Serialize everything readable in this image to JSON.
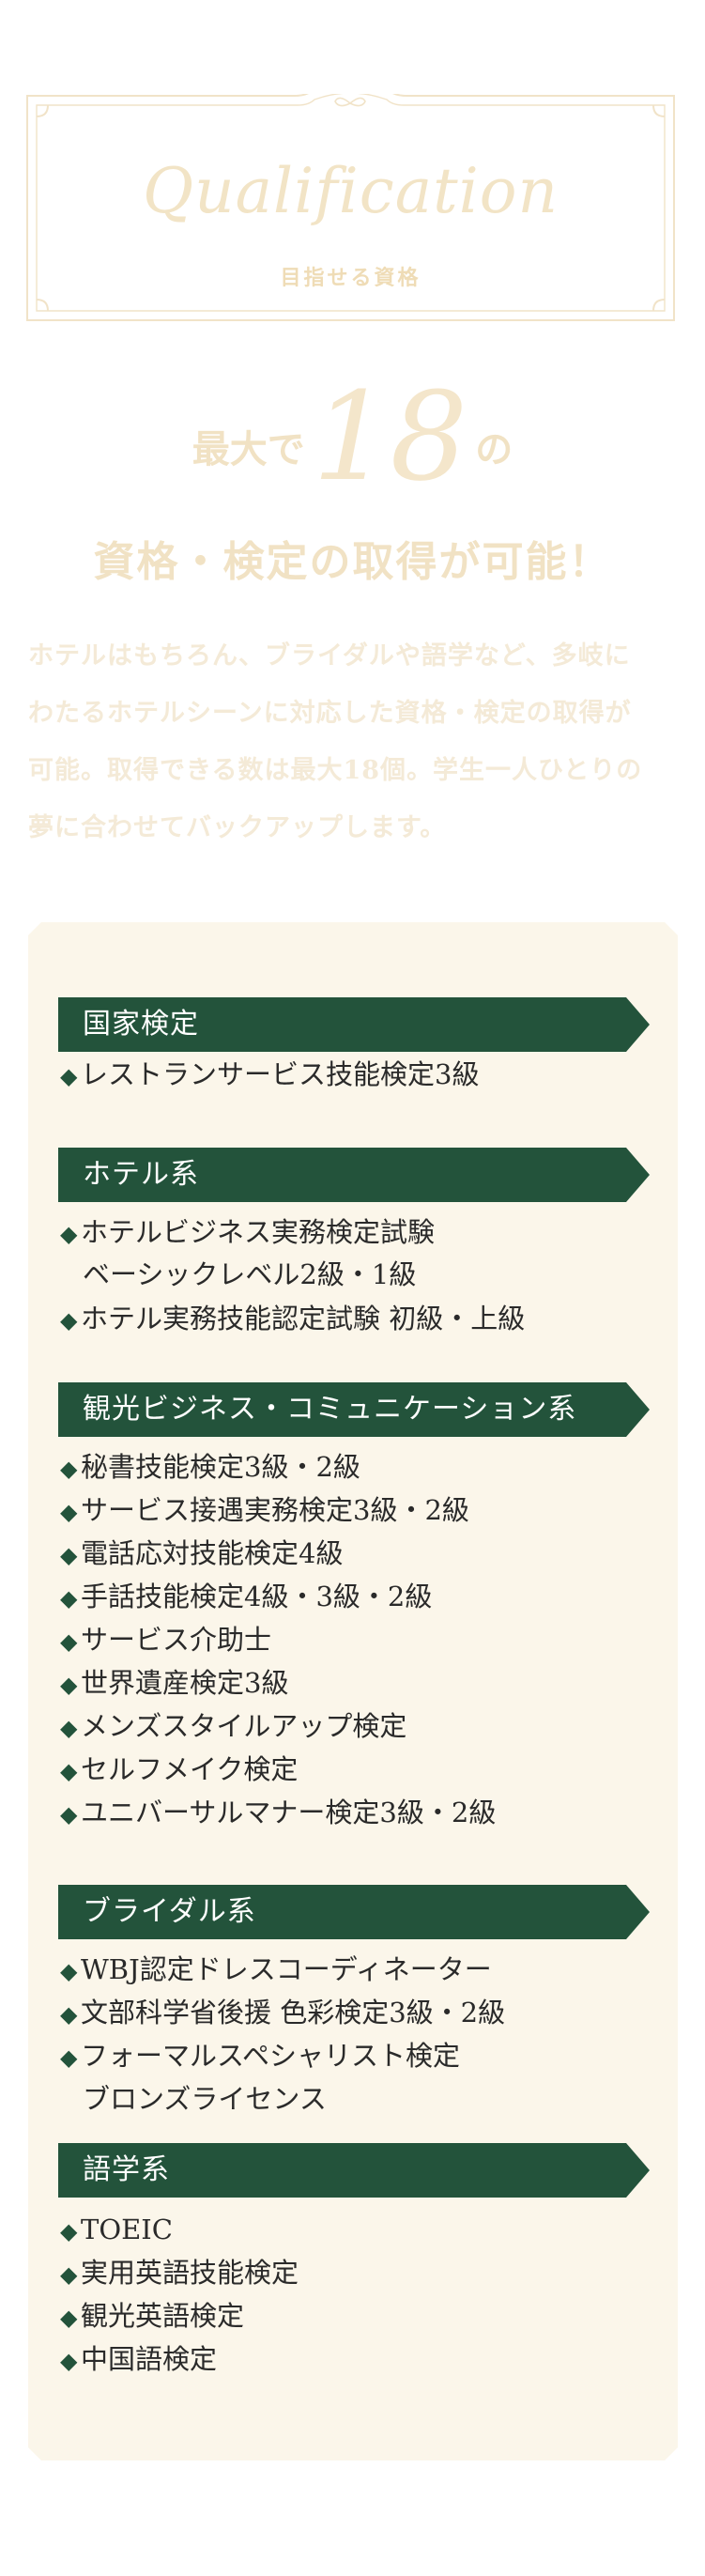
{
  "header": {
    "script_title": "Qualification",
    "subtitle": "目指せる資格"
  },
  "headline": {
    "prefix": "最大で",
    "number": "18",
    "suffix": "の",
    "line2": "資格・検定の取得が可能！"
  },
  "intro": {
    "lines": [
      "ホテルはもちろん、ブライダルや語学など、多岐に",
      "わたるホテルシーンに対応した資格・検定の取得が",
      "可能。取得できる数は最大18個。学生一人ひとりの",
      "夢に合わせてバックアップします。"
    ]
  },
  "bullet": "◆",
  "sections": [
    {
      "title": "国家検定",
      "items": [
        "レストランサービス技能検定3級"
      ]
    },
    {
      "title": "ホテル系",
      "items": [
        "ホテルビジネス実務検定試験",
        "ベーシックレベル2級・1級",
        "ホテル実務技能認定試験 初級・上級"
      ]
    },
    {
      "title": "観光ビジネス・コミュニケーション系",
      "items": [
        "秘書技能検定3級・2級",
        "サービス接遇実務検定3級・2級",
        "電話応対技能検定4級",
        "手話技能検定4級・3級・2級",
        "サービス介助士",
        "世界遺産検定3級",
        "メンズスタイルアップ検定",
        "セルフメイク検定",
        "ユニバーサルマナー検定3級・2級"
      ]
    },
    {
      "title": "ブライダル系",
      "items": [
        "WBJ認定ドレスコーディネーター",
        "文部科学省後援 色彩検定3級・2級",
        "フォーマルスペシャリスト検定",
        "ブロンズライセンス"
      ]
    },
    {
      "title": "語学系",
      "items": [
        "TOEIC",
        "実用英語技能検定",
        "観光英語検定",
        "中国語検定"
      ]
    }
  ],
  "colors": {
    "header_green": "#23533b",
    "panel_cream": "#fbf6ea",
    "title_gold": "#f2e4c6"
  }
}
